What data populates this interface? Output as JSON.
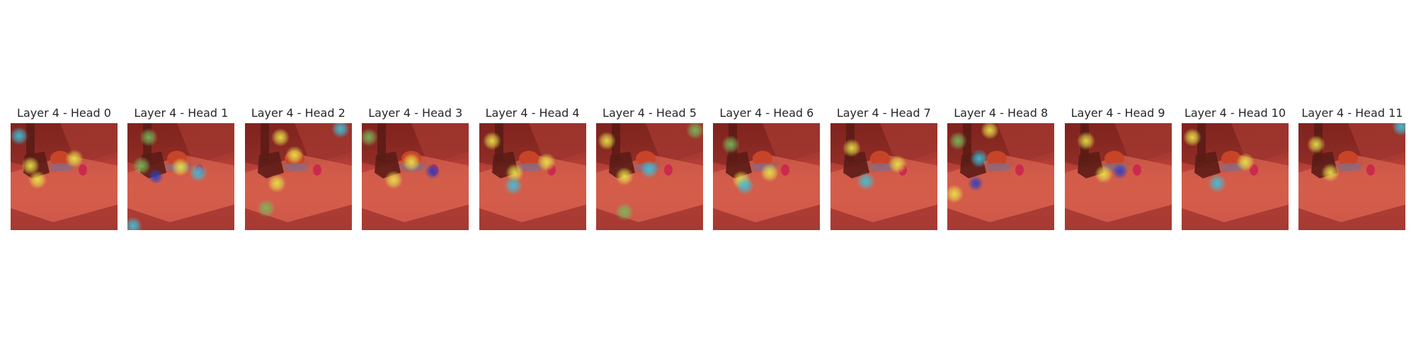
{
  "figure": {
    "panels": [
      {
        "title": "Layer 4 - Head 0"
      },
      {
        "title": "Layer 4 - Head 1"
      },
      {
        "title": "Layer 4 - Head 2"
      },
      {
        "title": "Layer 4 - Head 3"
      },
      {
        "title": "Layer 4 - Head 4"
      },
      {
        "title": "Layer 4 - Head 5"
      },
      {
        "title": "Layer 4 - Head 6"
      },
      {
        "title": "Layer 4 - Head 7"
      },
      {
        "title": "Layer 4 - Head 8"
      },
      {
        "title": "Layer 4 - Head 9"
      },
      {
        "title": "Layer 4 - Head 10"
      },
      {
        "title": "Layer 4 - Head 11"
      }
    ],
    "colors": {
      "title_text": "#262626",
      "scene_base": "#b84a44",
      "scene_dark": "#5a1e1c",
      "table_light": "#d8705c",
      "cabinet": "#9a3d38",
      "robot": "#3a1614",
      "pot": "#c44a2c",
      "plate": "#6a7fa8",
      "fruit": "#c8285a",
      "heat_yellow": "#e8e24a",
      "heat_green": "#7ab85a",
      "heat_cyan": "#3fc0d8",
      "heat_blue": "#2b3fbf"
    }
  }
}
